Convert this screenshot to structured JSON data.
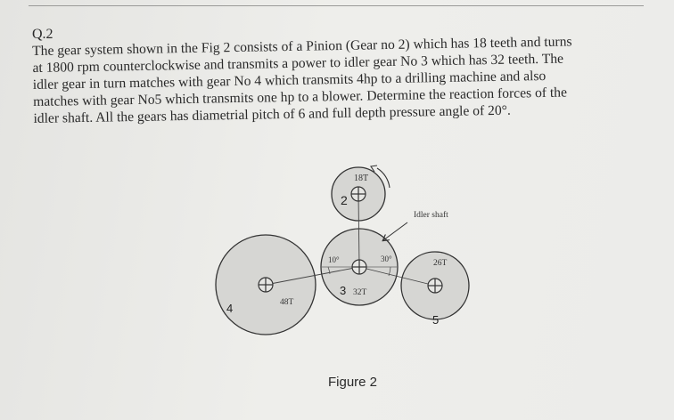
{
  "question": {
    "number": "Q.2",
    "lines": [
      "The gear system shown in the Fig 2 consists of a Pinion (Gear no 2) which has 18 teeth and turns",
      "at 1800 rpm counterclockwise and transmits a power to idler gear No 3 which has 32 teeth. The",
      "idler gear in turn matches with gear No 4 which transmits 4hp to a drilling machine and also",
      "matches with gear No5 which transmits one hp to a blower. Determine the reaction forces of the",
      "idler shaft. All the gears has diametrial pitch of 6 and full depth pressure angle of 20°."
    ]
  },
  "figure": {
    "caption": "Figure 2",
    "idler_shaft_label": "Idler shaft",
    "gears": {
      "g2": {
        "number": "2",
        "teeth": "18T"
      },
      "g3": {
        "number": "3",
        "teeth": "32T"
      },
      "g4": {
        "number": "4",
        "teeth": "48T"
      },
      "g5": {
        "number": "5",
        "teeth": "26T"
      }
    },
    "angles": {
      "left": "10°",
      "right": "30°"
    },
    "colors": {
      "gear_fill": "#d6d6d3",
      "stroke": "#333333"
    }
  }
}
